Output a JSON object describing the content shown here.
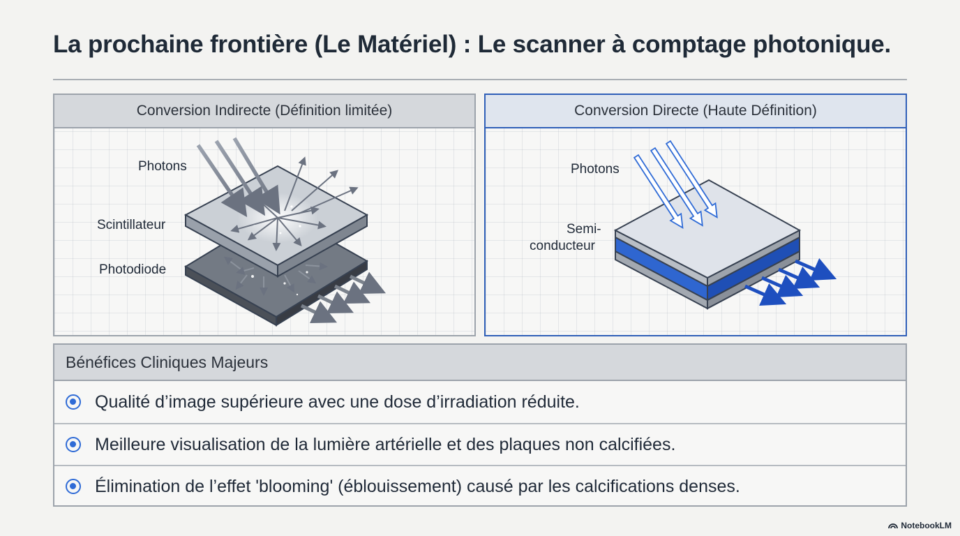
{
  "title": "La prochaine frontière (Le Matériel) : Le scanner à comptage photonique.",
  "panels": {
    "indirect": {
      "header": "Conversion Indirecte (Définition limitée)",
      "labels": {
        "photons": "Photons",
        "layer1": "Scintillateur",
        "layer2": "Photodiode"
      }
    },
    "direct": {
      "header": "Conversion Directe (Haute Définition)",
      "labels": {
        "photons": "Photons",
        "layer_line1": "Semi-",
        "layer_line2": "conducteur"
      }
    }
  },
  "benefits": {
    "header": "Bénéfices Cliniques Majeurs",
    "items": [
      "Qualité d’image supérieure avec une dose d’irradiation réduite.",
      "Meilleure visualisation de la lumière artérielle et des plaques non calcifiées.",
      "Élimination de l’effet 'blooming' (éblouissement) causé par les calcifications denses."
    ]
  },
  "brand": "NotebookLM",
  "colors": {
    "accent_blue": "#2f6bd6",
    "panel_border_blue": "#2f5fb8",
    "header_gray": "#d5d8dc"
  },
  "icons": {
    "bullet": "radio-bullet-icon",
    "brand": "notebooklm-logo-icon"
  }
}
